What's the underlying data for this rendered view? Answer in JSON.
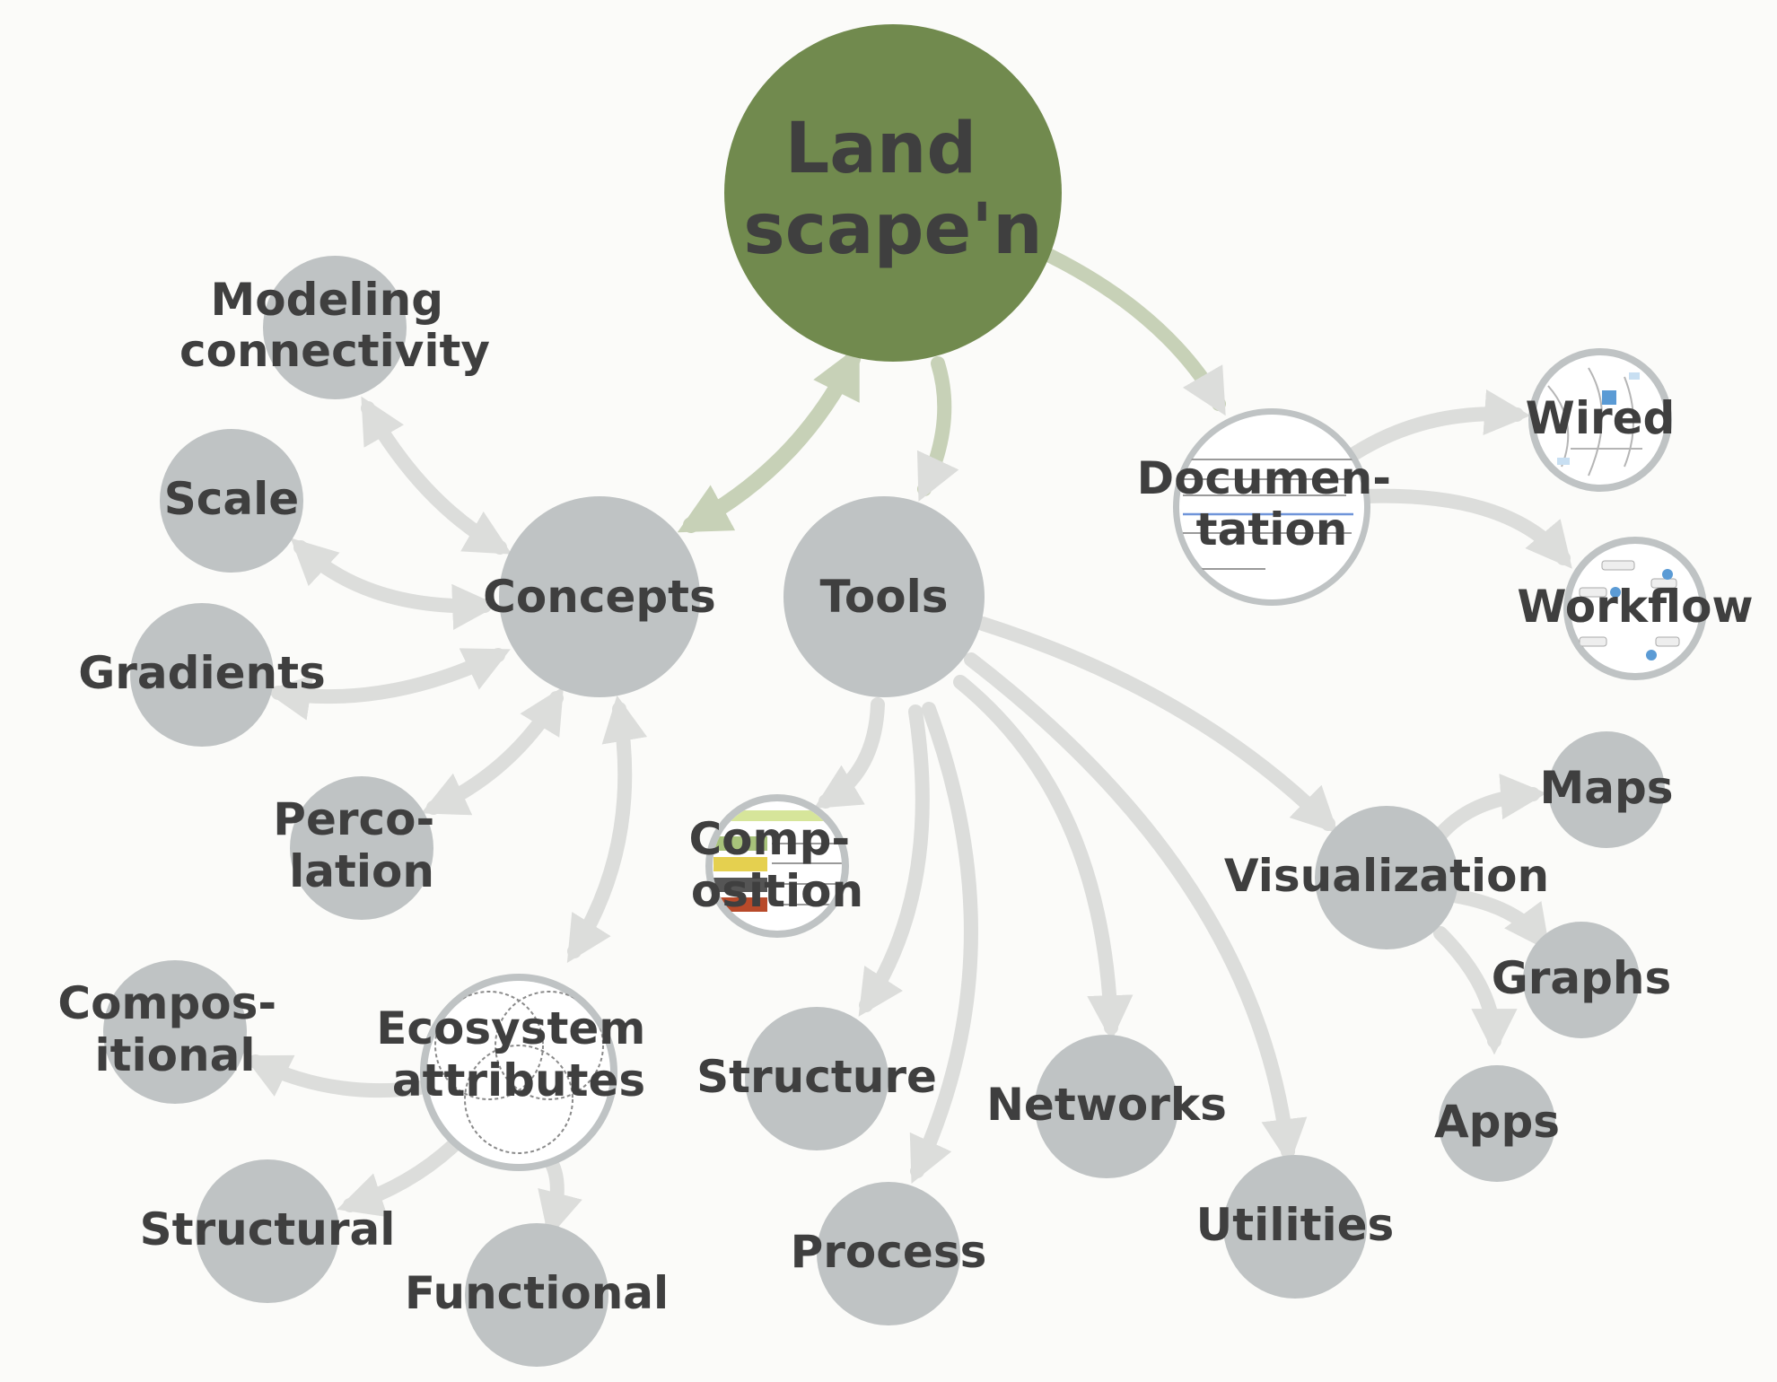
{
  "colors": {
    "background": "#fbfbf9",
    "root_fill": "#718a4e",
    "node_fill": "#bfc3c4",
    "text": "#3f3f3f",
    "edge_gray": "#dcdddb",
    "edge_green": "#c7d1b7",
    "image_node_ring": "#bfc3c4",
    "image_node_fill": "#ffffff"
  },
  "root": {
    "lines": [
      "Land",
      "scape'n"
    ]
  },
  "branches": {
    "concepts": {
      "label": "Concepts",
      "children": {
        "modeling": [
          "Modeling",
          "connectivity"
        ],
        "scale": [
          "Scale"
        ],
        "gradients": [
          "Gradients"
        ],
        "percolation": [
          "Perco-",
          "lation"
        ],
        "ecosystem": {
          "lines": [
            "Ecosystem",
            "attributes"
          ],
          "children": {
            "compositional": [
              "Compos-",
              "itional"
            ],
            "structural": [
              "Structural"
            ],
            "functional": [
              "Functional"
            ]
          }
        }
      }
    },
    "tools": {
      "label": "Tools",
      "children": {
        "composition": [
          "Comp-",
          "osition"
        ],
        "structure": [
          "Structure"
        ],
        "process": [
          "Process"
        ],
        "networks": [
          "Networks"
        ],
        "utilities": [
          "Utilities"
        ],
        "visualization": {
          "lines": [
            "Visualization"
          ],
          "children": {
            "maps": [
              "Maps"
            ],
            "graphs": [
              "Graphs"
            ],
            "apps": [
              "Apps"
            ]
          }
        }
      }
    },
    "documentation": {
      "lines": [
        "Documen-",
        "tation"
      ],
      "children": {
        "wired": [
          "Wired"
        ],
        "workflow": [
          "Workflow"
        ]
      }
    }
  }
}
